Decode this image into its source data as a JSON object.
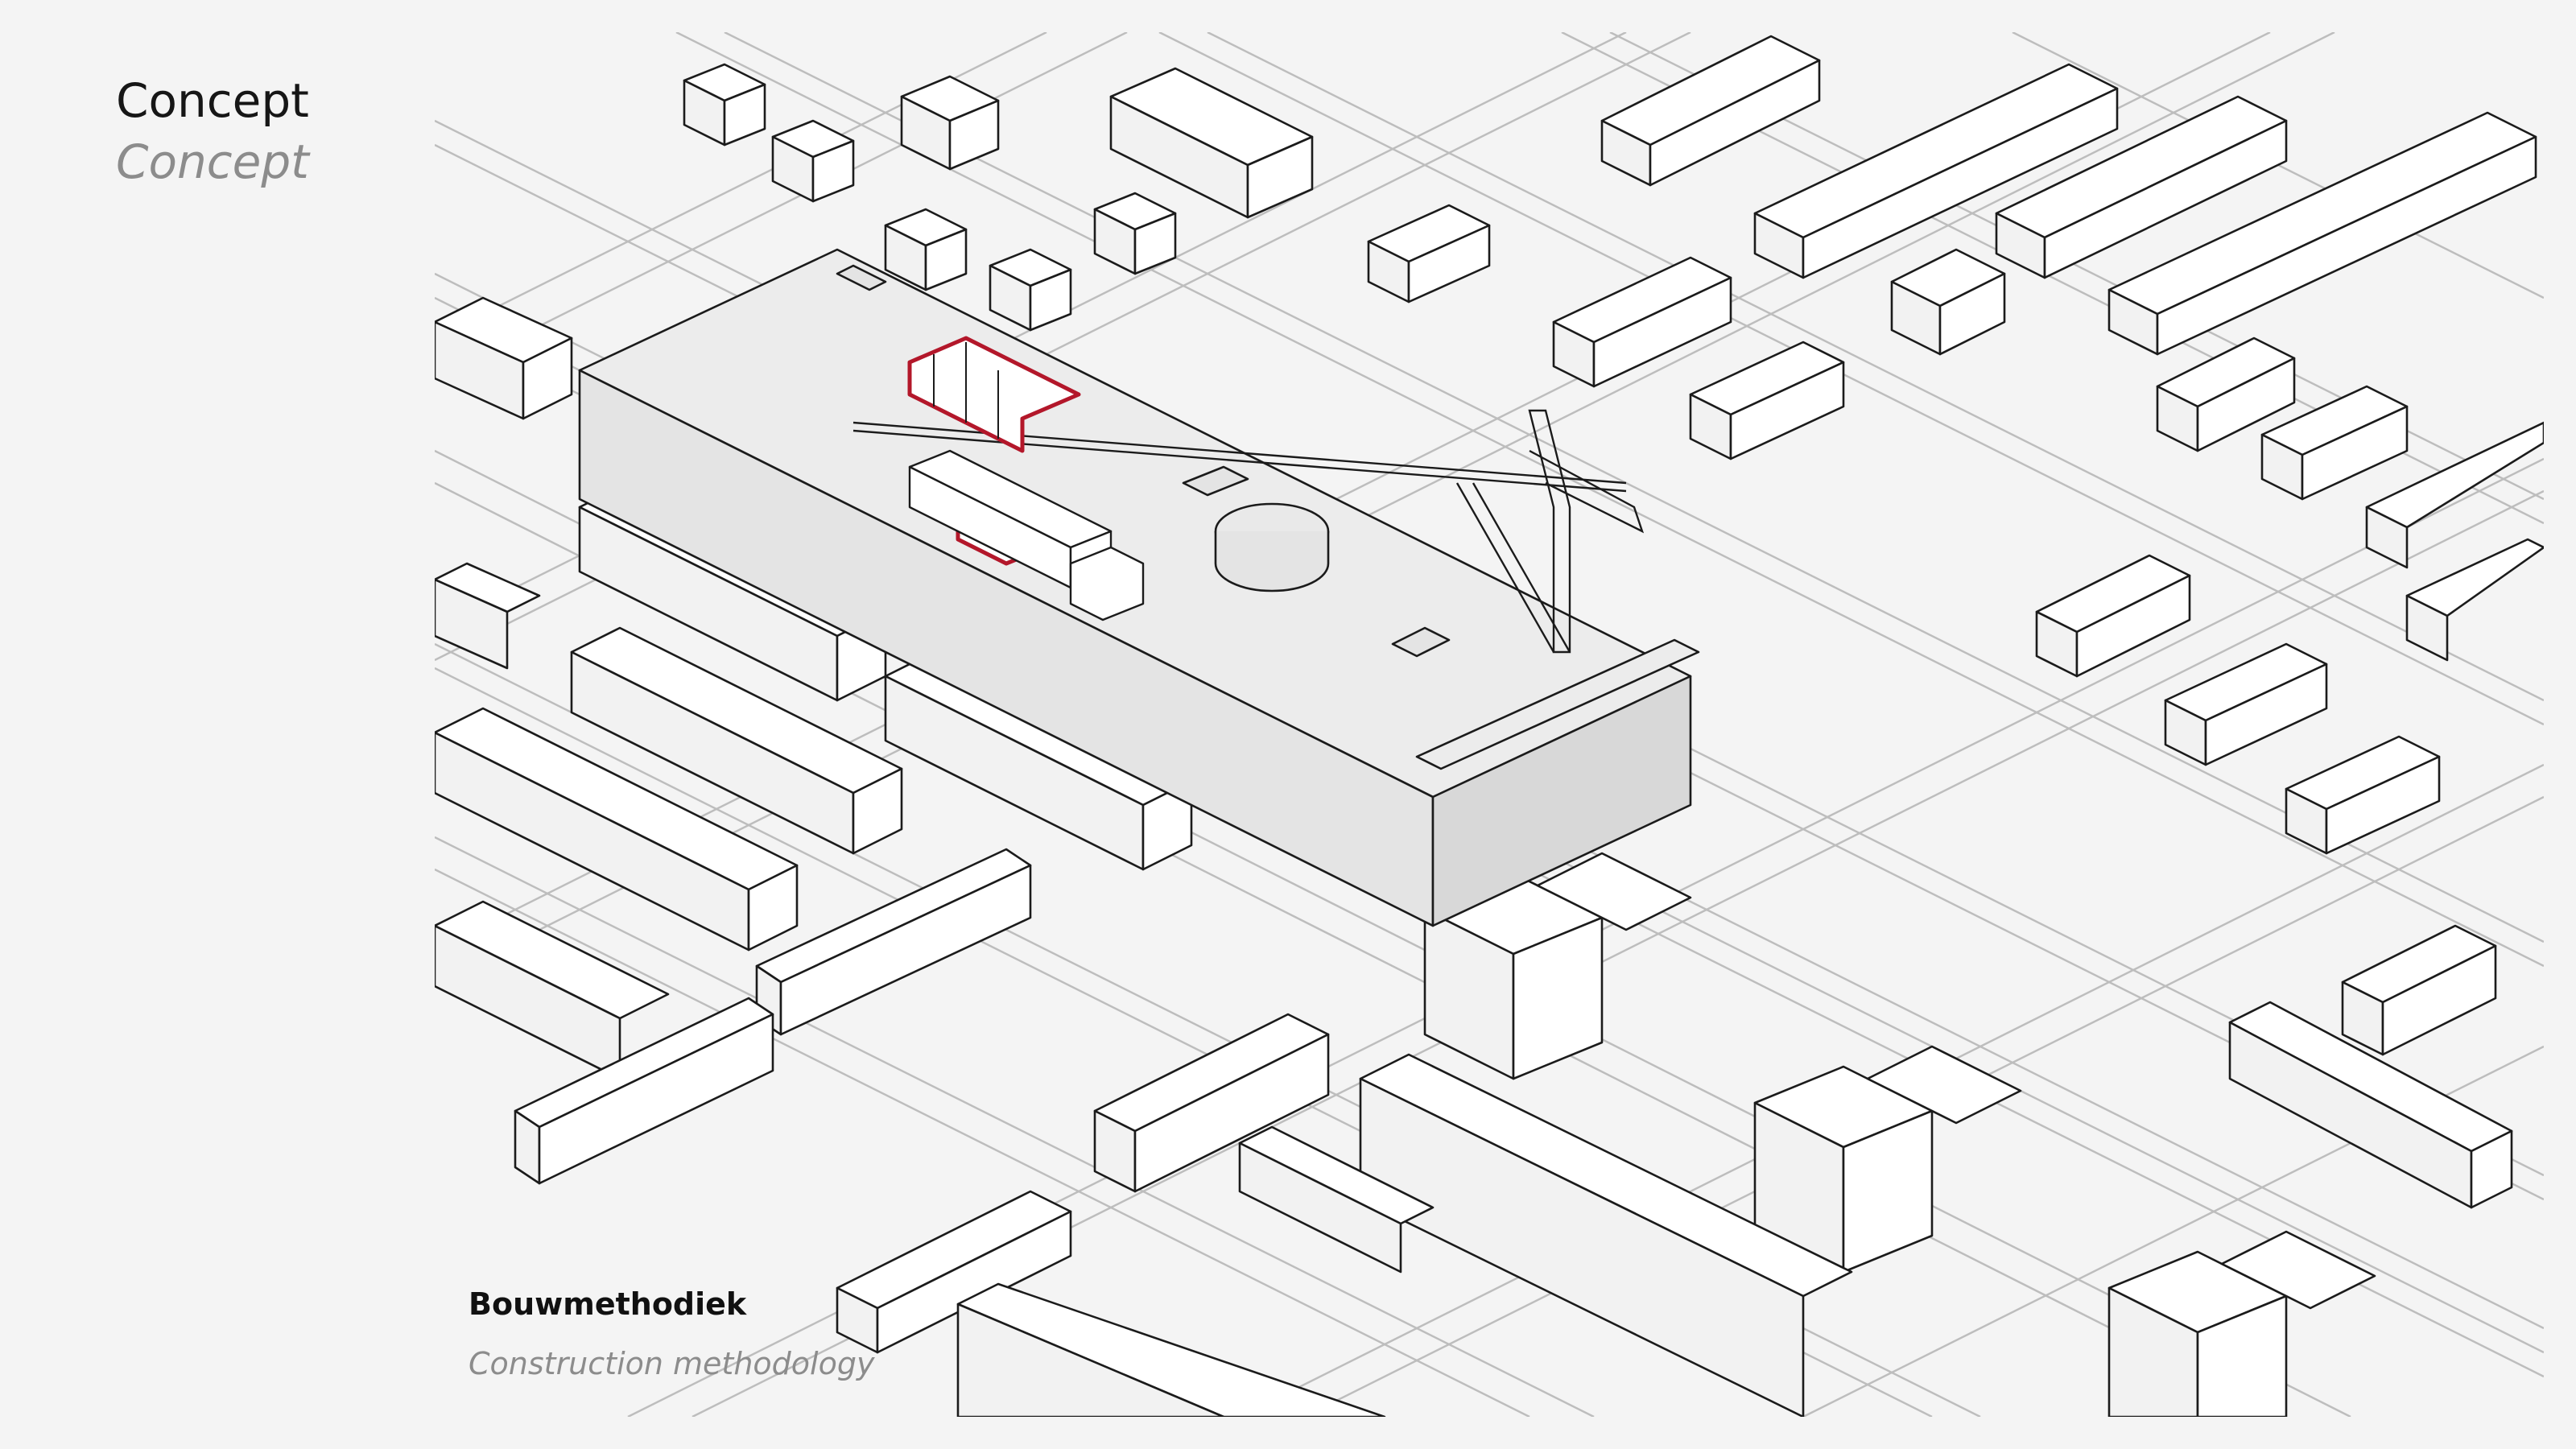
{
  "header": {
    "title": "Concept",
    "subtitle": "Concept"
  },
  "caption": {
    "title": "Bouwmethodiek",
    "subtitle": "Construction methodology"
  },
  "colors": {
    "background": "#f4f4f4",
    "accent": "#b3172a",
    "subtitle": "#8c8c8c",
    "site": "#e4e4e4"
  }
}
